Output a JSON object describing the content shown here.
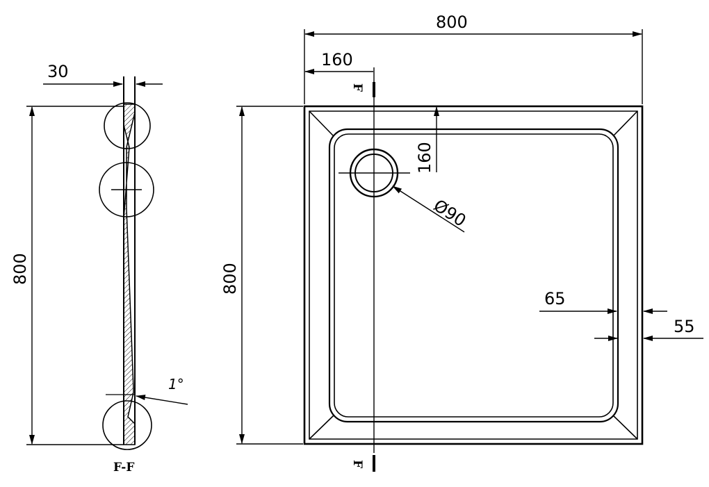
{
  "dimensions": {
    "side_width": "30",
    "side_height": "800",
    "section_label": "F-F",
    "slope_angle": "1°",
    "top_width": "800",
    "drain_offset_x": "160",
    "drain_offset_y": "160",
    "section_marker_top": "F",
    "section_marker_bottom": "F",
    "front_height": "800",
    "drain_diameter": "Ø90",
    "inner_rim": "65",
    "outer_rim": "55"
  }
}
